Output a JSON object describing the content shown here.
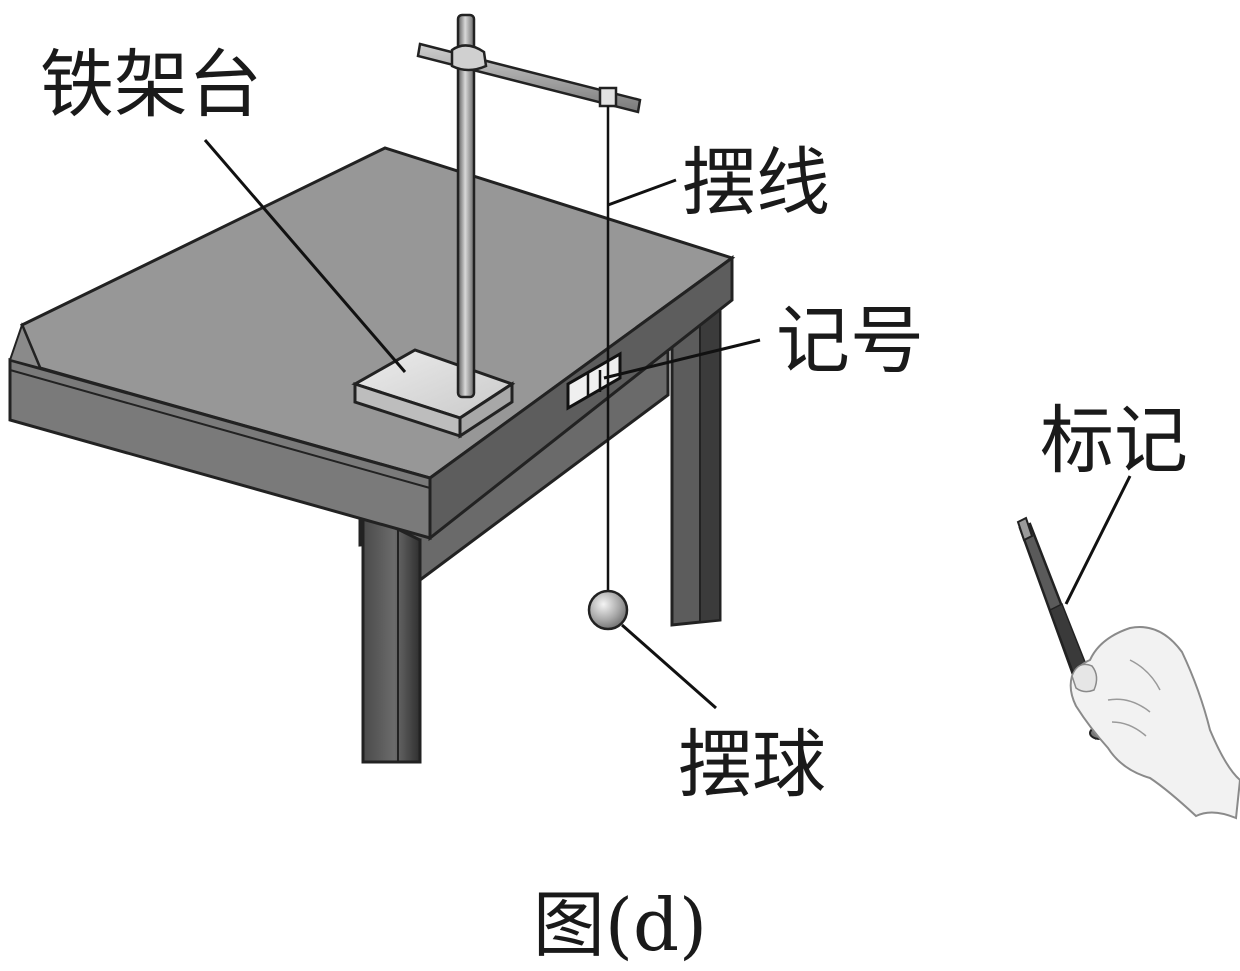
{
  "labels": {
    "stand": "铁架台",
    "string": "摆线",
    "mark": "记号",
    "bob": "摆球",
    "marking": "标记"
  },
  "caption": "图(d)"
}
